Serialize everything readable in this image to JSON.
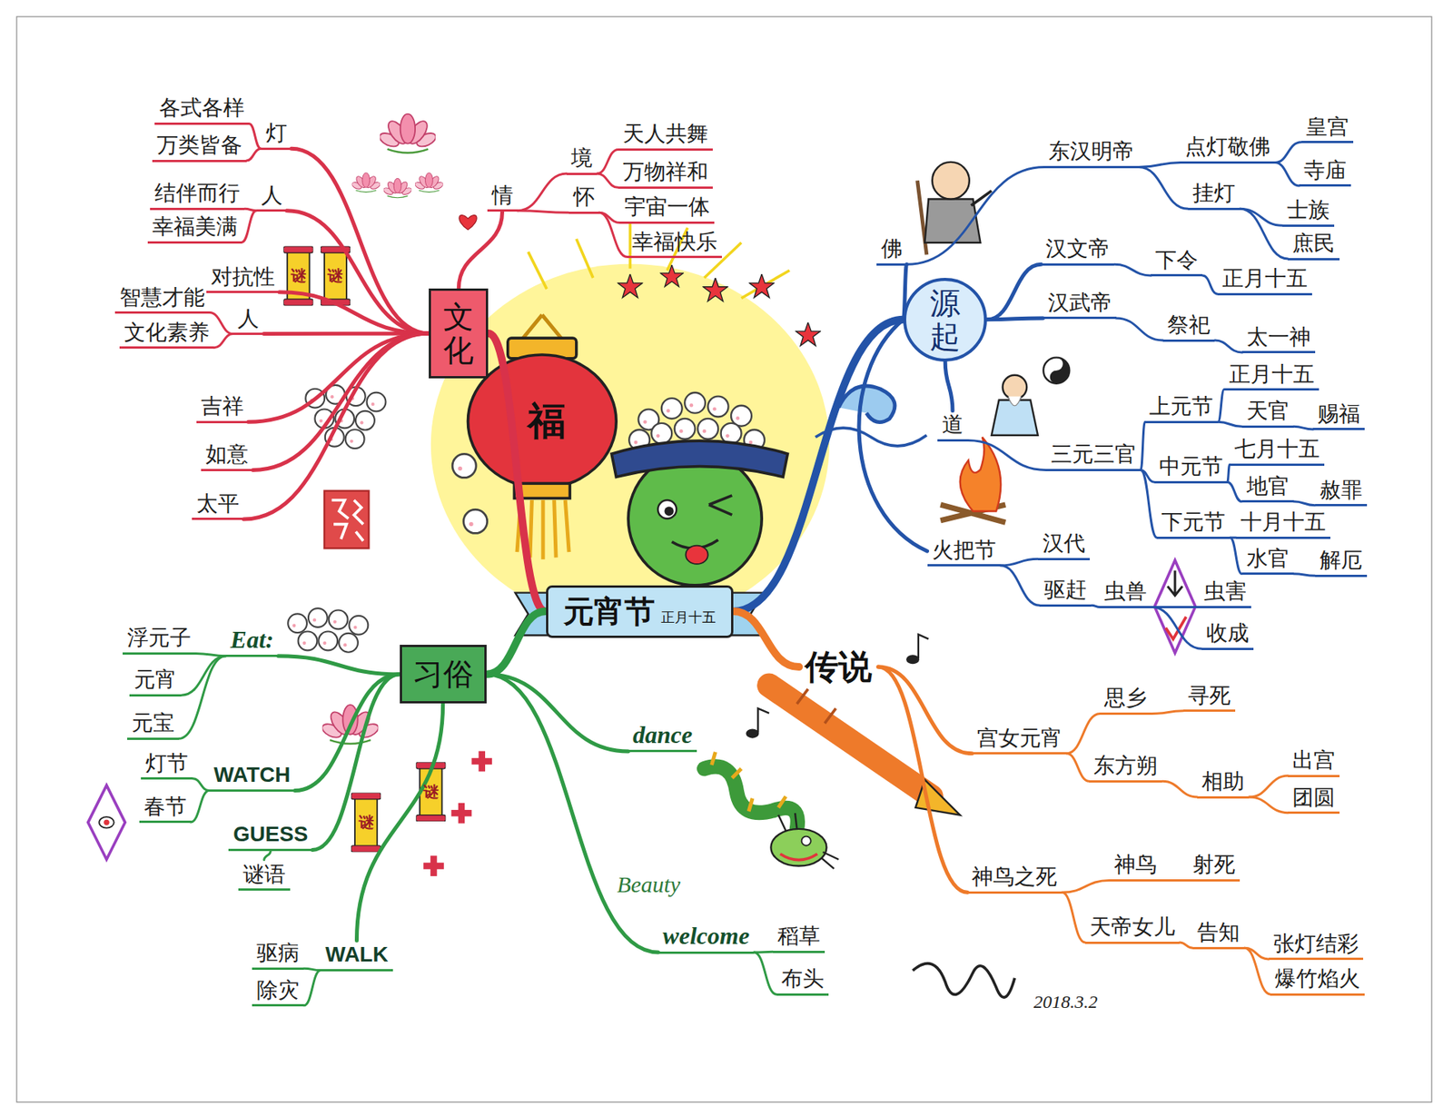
{
  "diagram": {
    "nodes": [
      {
        "text": [
          "元宵节",
          "正月十五"
        ]
      },
      {
        "text": [
          "文化"
        ]
      },
      {
        "text": [
          "情"
        ]
      },
      {
        "text": [
          "境"
        ]
      },
      {
        "text": [
          "天人共舞"
        ]
      },
      {
        "text": [
          "万物祥和"
        ]
      },
      {
        "text": [
          "怀"
        ]
      },
      {
        "text": [
          "宇宙一体"
        ]
      },
      {
        "text": [
          "幸福快乐"
        ]
      },
      {
        "text": [
          "灯"
        ]
      },
      {
        "text": [
          "各式各样"
        ]
      },
      {
        "text": [
          "万类皆备"
        ]
      },
      {
        "text": [
          "人"
        ]
      },
      {
        "text": [
          "结伴而行"
        ]
      },
      {
        "text": [
          "幸福美满"
        ]
      },
      {
        "text": [
          "对抗性"
        ]
      },
      {
        "text": [
          "人"
        ]
      },
      {
        "text": [
          "智慧才能"
        ]
      },
      {
        "text": [
          "文化素养"
        ]
      },
      {
        "text": [
          "吉祥"
        ]
      },
      {
        "text": [
          "如意"
        ]
      },
      {
        "text": [
          "太平"
        ]
      },
      {
        "text": [
          "源起"
        ]
      },
      {
        "text": [
          "佛"
        ]
      },
      {
        "text": [
          "东汉明帝"
        ]
      },
      {
        "text": [
          "点灯敬佛"
        ]
      },
      {
        "text": [
          "皇宫"
        ]
      },
      {
        "text": [
          "寺庙"
        ]
      },
      {
        "text": [
          "挂灯"
        ]
      },
      {
        "text": [
          "士族"
        ]
      },
      {
        "text": [
          "庶民"
        ]
      },
      {
        "text": [
          "汉文帝"
        ]
      },
      {
        "text": [
          "下令"
        ]
      },
      {
        "text": [
          "正月十五"
        ]
      },
      {
        "text": [
          "汉武帝"
        ]
      },
      {
        "text": [
          "祭祀"
        ]
      },
      {
        "text": [
          "太一神"
        ]
      },
      {
        "text": [
          "道"
        ]
      },
      {
        "text": [
          "三元三官"
        ]
      },
      {
        "text": [
          "上元节"
        ]
      },
      {
        "text": [
          "正月十五"
        ]
      },
      {
        "text": [
          "天官"
        ]
      },
      {
        "text": [
          "赐福"
        ]
      },
      {
        "text": [
          "中元节"
        ]
      },
      {
        "text": [
          "七月十五"
        ]
      },
      {
        "text": [
          "地官"
        ]
      },
      {
        "text": [
          "赦罪"
        ]
      },
      {
        "text": [
          "下元节"
        ]
      },
      {
        "text": [
          "十月十五"
        ]
      },
      {
        "text": [
          "水官"
        ]
      },
      {
        "text": [
          "解厄"
        ]
      },
      {
        "text": [
          "火把节"
        ]
      },
      {
        "text": [
          "汉代"
        ]
      },
      {
        "text": [
          "驱赶"
        ]
      },
      {
        "text": [
          "虫兽"
        ]
      },
      {
        "text": [
          "虫害"
        ]
      },
      {
        "text": [
          "收成"
        ]
      },
      {
        "text": [
          "传说"
        ]
      },
      {
        "text": [
          "宫女元宵"
        ]
      },
      {
        "text": [
          "思乡"
        ]
      },
      {
        "text": [
          "寻死"
        ]
      },
      {
        "text": [
          "东方朔"
        ]
      },
      {
        "text": [
          "相助"
        ]
      },
      {
        "text": [
          "出宫"
        ]
      },
      {
        "text": [
          "团圆"
        ]
      },
      {
        "text": [
          "神鸟之死"
        ]
      },
      {
        "text": [
          "神鸟"
        ]
      },
      {
        "text": [
          "射死"
        ]
      },
      {
        "text": [
          "天帝女儿"
        ]
      },
      {
        "text": [
          "告知"
        ]
      },
      {
        "text": [
          "张灯结彩"
        ]
      },
      {
        "text": [
          "爆竹焰火"
        ]
      },
      {
        "text": [
          "习俗"
        ]
      },
      {
        "text": [
          "Eat:"
        ]
      },
      {
        "text": [
          "浮元子"
        ]
      },
      {
        "text": [
          "元宵"
        ]
      },
      {
        "text": [
          "元宝"
        ]
      },
      {
        "text": [
          "WATCH"
        ]
      },
      {
        "text": [
          "灯节"
        ]
      },
      {
        "text": [
          "春节"
        ]
      },
      {
        "text": [
          "GUESS"
        ]
      },
      {
        "text": [
          "谜语"
        ]
      },
      {
        "text": [
          "WALK"
        ]
      },
      {
        "text": [
          "驱病"
        ]
      },
      {
        "text": [
          "除灾"
        ]
      },
      {
        "text": [
          "dance"
        ]
      },
      {
        "text": [
          "welcome"
        ]
      },
      {
        "text": [
          "稻草"
        ]
      },
      {
        "text": [
          "布头"
        ]
      }
    ],
    "edges": [
      {
        "from": 0,
        "to": 1,
        "arrow": "none"
      },
      {
        "from": 0,
        "to": 22,
        "arrow": "none"
      },
      {
        "from": 0,
        "to": 57,
        "arrow": "none"
      },
      {
        "from": 0,
        "to": 72,
        "arrow": "none"
      },
      {
        "from": 1,
        "to": 2,
        "arrow": "none"
      },
      {
        "from": 2,
        "to": 3,
        "arrow": "none"
      },
      {
        "from": 3,
        "to": 4,
        "arrow": "none"
      },
      {
        "from": 3,
        "to": 5,
        "arrow": "none"
      },
      {
        "from": 2,
        "to": 6,
        "arrow": "none"
      },
      {
        "from": 6,
        "to": 7,
        "arrow": "none"
      },
      {
        "from": 6,
        "to": 8,
        "arrow": "none"
      },
      {
        "from": 1,
        "to": 9,
        "arrow": "none"
      },
      {
        "from": 9,
        "to": 10,
        "arrow": "none"
      },
      {
        "from": 9,
        "to": 11,
        "arrow": "none"
      },
      {
        "from": 1,
        "to": 12,
        "arrow": "none"
      },
      {
        "from": 12,
        "to": 13,
        "arrow": "none"
      },
      {
        "from": 12,
        "to": 14,
        "arrow": "none"
      },
      {
        "from": 1,
        "to": 15,
        "arrow": "none"
      },
      {
        "from": 1,
        "to": 16,
        "arrow": "none"
      },
      {
        "from": 16,
        "to": 17,
        "arrow": "none"
      },
      {
        "from": 16,
        "to": 18,
        "arrow": "none"
      },
      {
        "from": 1,
        "to": 19,
        "arrow": "none"
      },
      {
        "from": 1,
        "to": 20,
        "arrow": "none"
      },
      {
        "from": 1,
        "to": 21,
        "arrow": "none"
      },
      {
        "from": 22,
        "to": 23,
        "arrow": "none"
      },
      {
        "from": 23,
        "to": 24,
        "arrow": "none"
      },
      {
        "from": 24,
        "to": 25,
        "arrow": "none"
      },
      {
        "from": 25,
        "to": 26,
        "arrow": "none"
      },
      {
        "from": 25,
        "to": 27,
        "arrow": "none"
      },
      {
        "from": 24,
        "to": 28,
        "arrow": "none"
      },
      {
        "from": 28,
        "to": 29,
        "arrow": "none"
      },
      {
        "from": 28,
        "to": 30,
        "arrow": "none"
      },
      {
        "from": 22,
        "to": 31,
        "arrow": "none"
      },
      {
        "from": 31,
        "to": 32,
        "arrow": "none"
      },
      {
        "from": 32,
        "to": 33,
        "arrow": "none"
      },
      {
        "from": 22,
        "to": 34,
        "arrow": "none"
      },
      {
        "from": 34,
        "to": 35,
        "arrow": "none"
      },
      {
        "from": 35,
        "to": 36,
        "arrow": "none"
      },
      {
        "from": 22,
        "to": 37,
        "arrow": "none"
      },
      {
        "from": 37,
        "to": 38,
        "arrow": "none"
      },
      {
        "from": 38,
        "to": 39,
        "arrow": "none"
      },
      {
        "from": 39,
        "to": 40,
        "arrow": "none"
      },
      {
        "from": 39,
        "to": 41,
        "arrow": "none"
      },
      {
        "from": 41,
        "to": 42,
        "arrow": "none"
      },
      {
        "from": 38,
        "to": 43,
        "arrow": "none"
      },
      {
        "from": 43,
        "to": 44,
        "arrow": "none"
      },
      {
        "from": 43,
        "to": 45,
        "arrow": "none"
      },
      {
        "from": 45,
        "to": 46,
        "arrow": "none"
      },
      {
        "from": 38,
        "to": 47,
        "arrow": "none"
      },
      {
        "from": 47,
        "to": 48,
        "arrow": "none"
      },
      {
        "from": 47,
        "to": 49,
        "arrow": "none"
      },
      {
        "from": 49,
        "to": 50,
        "arrow": "none"
      },
      {
        "from": 22,
        "to": 51,
        "arrow": "none"
      },
      {
        "from": 51,
        "to": 52,
        "arrow": "none"
      },
      {
        "from": 51,
        "to": 53,
        "arrow": "none"
      },
      {
        "from": 53,
        "to": 54,
        "arrow": "none"
      },
      {
        "from": 54,
        "to": 55,
        "arrow": "none"
      },
      {
        "from": 54,
        "to": 56,
        "arrow": "none"
      },
      {
        "from": 57,
        "to": 58,
        "arrow": "none"
      },
      {
        "from": 58,
        "to": 59,
        "arrow": "none"
      },
      {
        "from": 59,
        "to": 60,
        "arrow": "none"
      },
      {
        "from": 58,
        "to": 61,
        "arrow": "none"
      },
      {
        "from": 61,
        "to": 62,
        "arrow": "none"
      },
      {
        "from": 62,
        "to": 63,
        "arrow": "none"
      },
      {
        "from": 62,
        "to": 64,
        "arrow": "none"
      },
      {
        "from": 57,
        "to": 65,
        "arrow": "none"
      },
      {
        "from": 65,
        "to": 66,
        "arrow": "none"
      },
      {
        "from": 66,
        "to": 67,
        "arrow": "none"
      },
      {
        "from": 65,
        "to": 68,
        "arrow": "none"
      },
      {
        "from": 68,
        "to": 69,
        "arrow": "none"
      },
      {
        "from": 69,
        "to": 70,
        "arrow": "none"
      },
      {
        "from": 69,
        "to": 71,
        "arrow": "none"
      },
      {
        "from": 72,
        "to": 73,
        "arrow": "none"
      },
      {
        "from": 73,
        "to": 74,
        "arrow": "none"
      },
      {
        "from": 73,
        "to": 75,
        "arrow": "none"
      },
      {
        "from": 73,
        "to": 76,
        "arrow": "none"
      },
      {
        "from": 72,
        "to": 77,
        "arrow": "none"
      },
      {
        "from": 77,
        "to": 78,
        "arrow": "none"
      },
      {
        "from": 77,
        "to": 79,
        "arrow": "none"
      },
      {
        "from": 72,
        "to": 80,
        "arrow": "none"
      },
      {
        "from": 80,
        "to": 81,
        "arrow": "none"
      },
      {
        "from": 72,
        "to": 82,
        "arrow": "none"
      },
      {
        "from": 82,
        "to": 83,
        "arrow": "none"
      },
      {
        "from": 82,
        "to": 84,
        "arrow": "none"
      },
      {
        "from": 72,
        "to": 85,
        "arrow": "none"
      },
      {
        "from": 72,
        "to": 86,
        "arrow": "none"
      },
      {
        "from": 86,
        "to": 87,
        "arrow": "none"
      },
      {
        "from": 86,
        "to": 88,
        "arrow": "none"
      }
    ],
    "labels": [
      "福",
      "谜",
      "谜",
      "谜",
      "谜",
      "Beauty",
      "2018.3.2"
    ]
  }
}
